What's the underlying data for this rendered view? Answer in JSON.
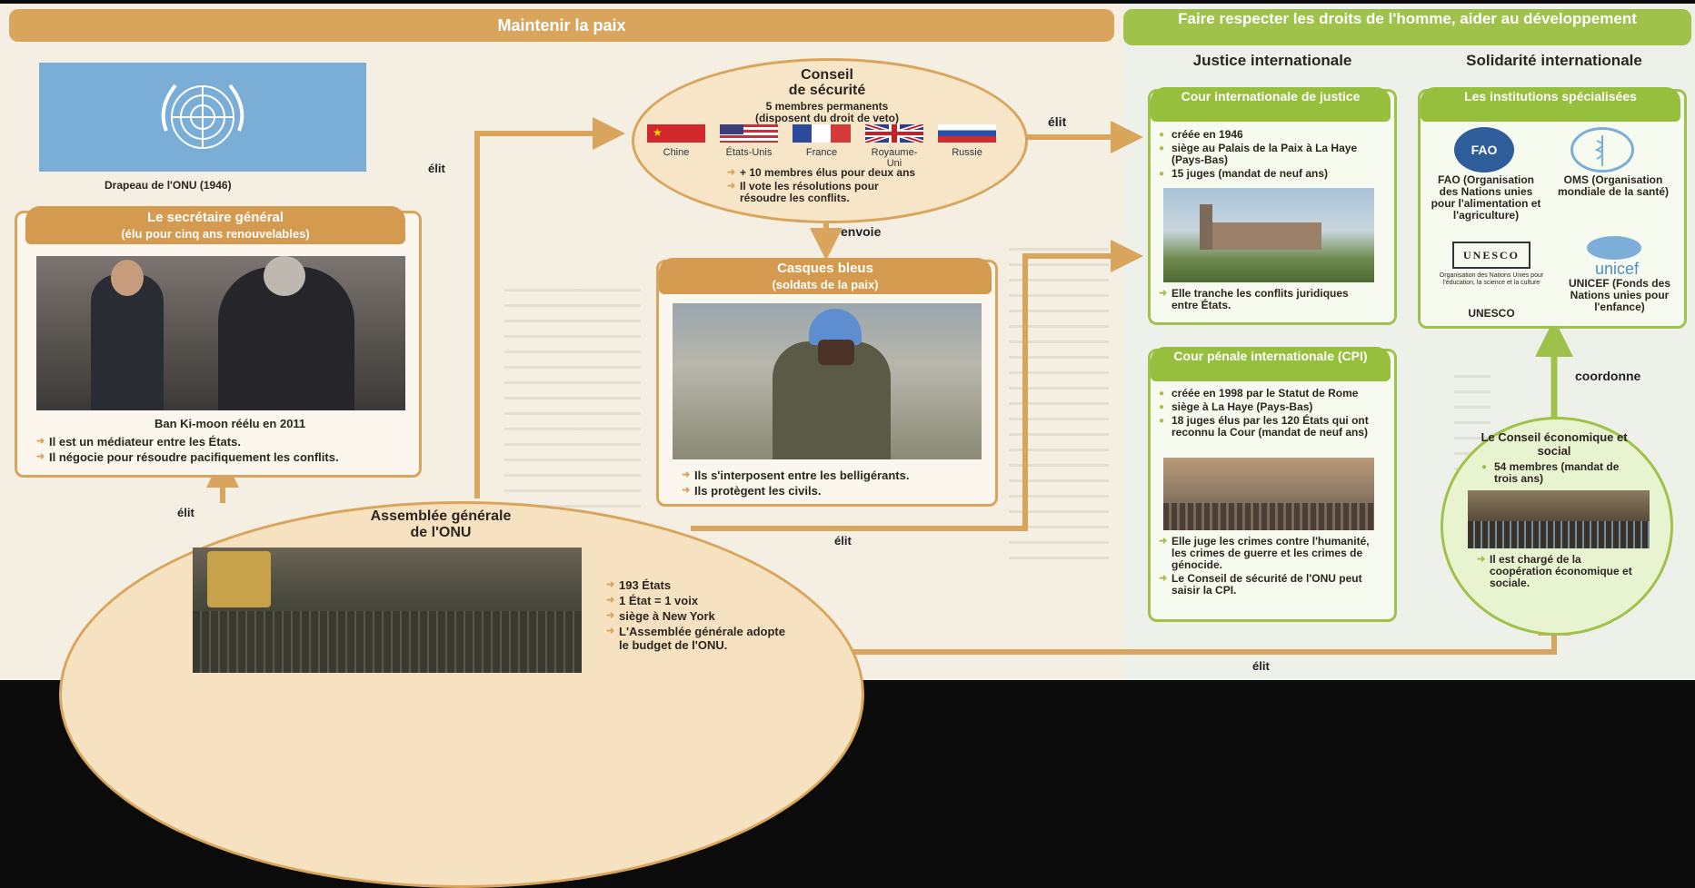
{
  "colors": {
    "orange": "#d9a55c",
    "green": "#9fc24a",
    "un_blue": "#7aaed6"
  },
  "left": {
    "banner": "Maintenir la paix",
    "flag_caption": "Drapeau de l'ONU (1946)",
    "secretary": {
      "title": "Le secrétaire général",
      "subtitle": "(élu pour cinq ans renouvelables)",
      "caption": "Ban Ki-moon réélu en 2011",
      "bullets": [
        "Il est un médiateur entre les États.",
        "Il négocie pour résoudre pacifiquement les conflits."
      ]
    },
    "council": {
      "title": "Conseil",
      "title2": "de sécurité",
      "permanent": "5 membres permanents",
      "veto": "(disposent du droit de veto)",
      "flags": [
        "Chine",
        "États-Unis",
        "France",
        "Royaume-Uni",
        "Russie"
      ],
      "elected": "+ 10 membres élus pour deux ans",
      "resolutions": "Il vote les résolutions pour résoudre les conflits."
    },
    "blue_helmets": {
      "title": "Casques bleus",
      "subtitle": "(soldats de la paix)",
      "bullets": [
        "Ils s'interposent entre les belligérants.",
        "Ils protègent les civils."
      ]
    },
    "assembly": {
      "title": "Assemblée générale",
      "title2": "de l'ONU",
      "bullets": [
        "193 États",
        "1 État = 1 voix",
        "siège à New York",
        "L'Assemblée générale adopte le budget de l'ONU."
      ]
    },
    "arrow_labels": {
      "elit_flag": "élit",
      "elit_sg": "élit",
      "envoie": "envoie",
      "elit_council": "élit",
      "elit_center": "élit",
      "elit_bottom": "élit"
    }
  },
  "right": {
    "banner": "Faire respecter les droits de l'homme, aider au développement",
    "justice_heading": "Justice internationale",
    "solidarity_heading": "Solidarité internationale",
    "cij": {
      "title": "Cour internationale de justice",
      "bullets": [
        "créée en 1946",
        "siège au Palais de la Paix à La Haye (Pays-Bas)",
        "15 juges (mandat de neuf ans)"
      ],
      "role": "Elle tranche les conflits juridiques entre États."
    },
    "cpi": {
      "title": "Cour pénale internationale (CPI)",
      "bullets": [
        "créée en 1998 par le Statut de Rome",
        "siège à La Haye (Pays-Bas)",
        "18 juges élus par les 120 États qui ont reconnu la Cour (mandat de neuf ans)"
      ],
      "roles": [
        "Elle juge les crimes contre l'humanité, les crimes de guerre et les crimes de génocide.",
        "Le Conseil de sécurité de l'ONU peut saisir la CPI."
      ]
    },
    "institutions": {
      "title": "Les institutions spécialisées",
      "fao_logo": "FAO",
      "fao": "FAO (Organisation des Nations unies pour l'alimentation et l'agriculture)",
      "oms": "OMS (Organisation mondiale de la santé)",
      "unesco_logo": "UNESCO",
      "unesco_small": "Organisation des Nations Unies pour l'éducation, la science et la culture",
      "unesco": "UNESCO",
      "unicef_logo": "unicef",
      "unicef": "UNICEF (Fonds des Nations unies pour l'enfance)"
    },
    "coordonne": "coordonne",
    "ecosoc": {
      "title": "Le Conseil économique et social",
      "bullets": [
        "54 membres (mandat de trois ans)"
      ],
      "role": "Il est chargé de la coopération économique et sociale."
    }
  }
}
